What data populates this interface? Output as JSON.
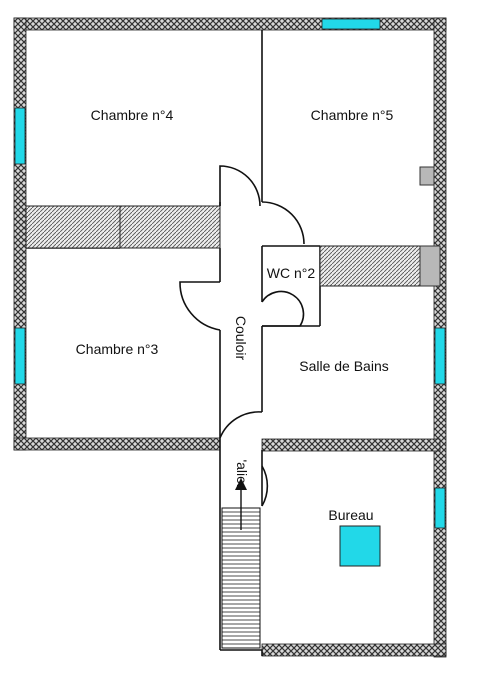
{
  "rooms": {
    "chambre4": "Chambre n°4",
    "chambre5": "Chambre n°5",
    "chambre3": "Chambre n°3",
    "wc2": "WC n°2",
    "salle_de_bains": "Salle de Bains",
    "bureau": "Bureau",
    "couloir": "Couloir"
  },
  "stairs_label": "'alier",
  "colors": {
    "wall_fill": "#d8d8d8",
    "wall_hatch": "#333333",
    "window": "#22d8e8",
    "bureau_block": "#22d8e8",
    "chimney": "#b8b8b8",
    "closet_hatch": "#555555",
    "line": "#111111"
  }
}
